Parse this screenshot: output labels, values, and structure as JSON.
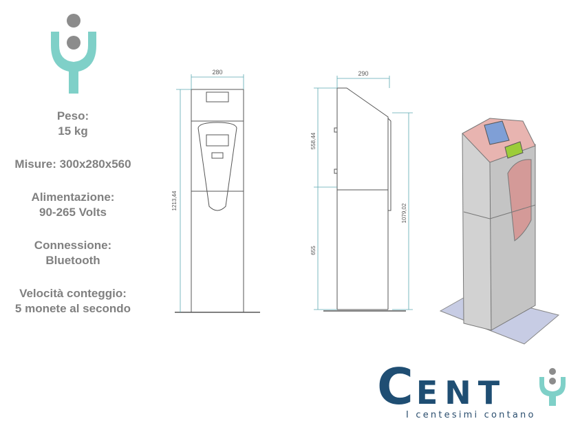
{
  "specs": [
    {
      "label": "Peso:",
      "value": "15 kg"
    },
    {
      "label": "Misure: 300x280x560",
      "value": ""
    },
    {
      "label": "Alimentazione:",
      "value": "90-265 Volts"
    },
    {
      "label": "Connessione:",
      "value": "Bluetooth"
    },
    {
      "label": "Velocità conteggio:",
      "value": "5 monete al secondo"
    }
  ],
  "front_view": {
    "width_dim": "280",
    "height_dim": "1213,44"
  },
  "side_view": {
    "width_dim": "290",
    "upper_dim": "558,44",
    "lower_dim": "655",
    "total_dim": "1079,02"
  },
  "brand": {
    "name_first": "C",
    "name_rest": "ENT",
    "tagline": "I centesimi contano"
  },
  "colors": {
    "teal": "#7fd0c8",
    "gray_dot": "#8c8c8c",
    "navy": "#1f4e73",
    "pink": "#e7a7a7"
  }
}
